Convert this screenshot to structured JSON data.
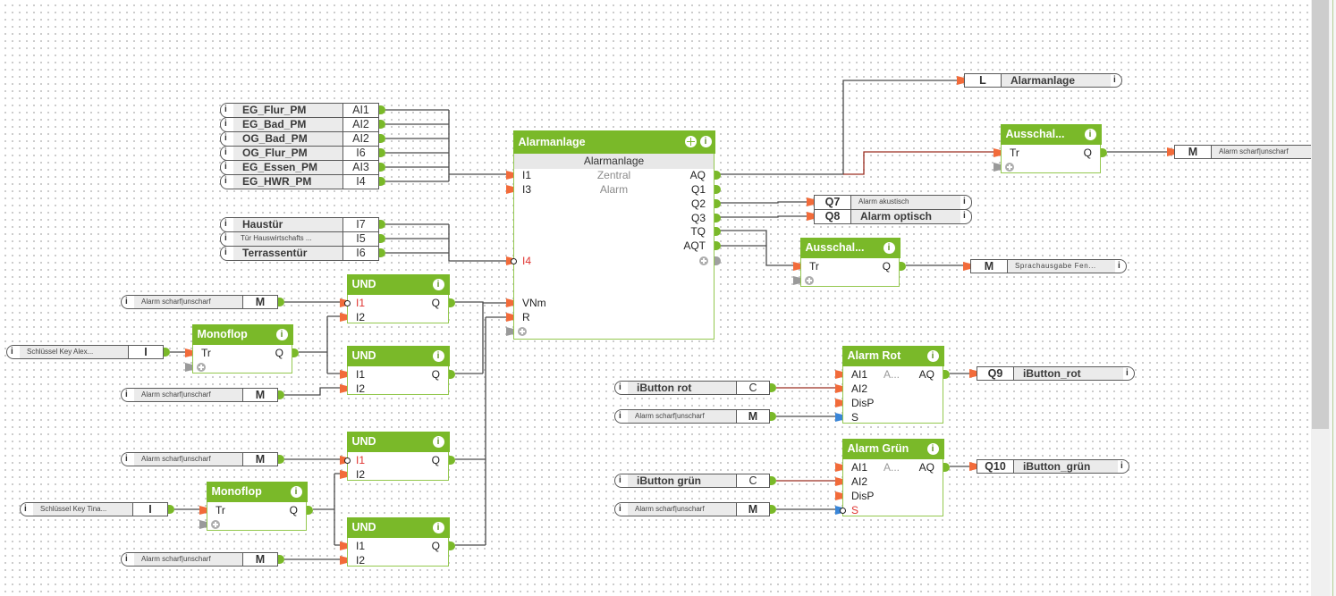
{
  "inputs": [
    {
      "name": "EG_Flur_PM",
      "address": "AI1"
    },
    {
      "name": "EG_Bad_PM",
      "address": "AI2"
    },
    {
      "name": "OG_Bad_PM",
      "address": "AI2"
    },
    {
      "name": "OG_Flur_PM",
      "address": "I6"
    },
    {
      "name": "EG_Essen_PM",
      "address": "AI3"
    },
    {
      "name": "EG_HWR_PM",
      "address": "I4"
    },
    {
      "name": "Haustür",
      "address": "I7"
    },
    {
      "name": "Tür Hauswirtschafts ...",
      "address": "I5"
    },
    {
      "name": "Terrassentür",
      "address": "I6"
    },
    {
      "name": "Alarm scharf|unscharf",
      "address": "M"
    },
    {
      "name": "Schlüssel Key Alex...",
      "address": "I"
    },
    {
      "name": "Alarm scharf|unscharf",
      "address": "M"
    },
    {
      "name": "Alarm scharf|unscharf",
      "address": "M"
    },
    {
      "name": "Schlüssel Key Tina...",
      "address": "I"
    },
    {
      "name": "Alarm scharf|unscharf",
      "address": "M"
    },
    {
      "name": "iButton rot",
      "address": "C"
    },
    {
      "name": "Alarm scharf|unscharf",
      "address": "M"
    },
    {
      "name": "iButton grün",
      "address": "C"
    },
    {
      "name": "Alarm scharf|unscharf",
      "address": "M"
    }
  ],
  "outputs": [
    {
      "address": "L",
      "name": "Alarmanlage"
    },
    {
      "address": "M",
      "name": "Alarm scharf|unscharf"
    },
    {
      "address": "Q7",
      "name": "Alarm akustisch"
    },
    {
      "address": "Q8",
      "name": "Alarm optisch"
    },
    {
      "address": "M",
      "name": "Sprachausgabe Fen..."
    },
    {
      "address": "Q9",
      "name": "iButton_rot"
    },
    {
      "address": "Q10",
      "name": "iButton_grün"
    }
  ],
  "blocks": {
    "alarmanlage": {
      "title": "Alarmanlage",
      "subtitle": "Alarmanlage",
      "params": [
        "Zentral",
        "Alarm"
      ],
      "inputs": [
        "I1",
        "I3",
        "I4",
        "VNm",
        "R"
      ],
      "outputs": [
        "AQ",
        "Q1",
        "Q2",
        "Q3",
        "TQ",
        "AQT"
      ]
    },
    "und_1": {
      "title": "UND",
      "inputs": [
        "I1",
        "I2"
      ],
      "output": "Q"
    },
    "und_2": {
      "title": "UND",
      "inputs": [
        "I1",
        "I2"
      ],
      "output": "Q"
    },
    "und_3": {
      "title": "UND",
      "inputs": [
        "I1",
        "I2"
      ],
      "output": "Q"
    },
    "und_4": {
      "title": "UND",
      "inputs": [
        "I1",
        "I2"
      ],
      "output": "Q"
    },
    "monoflop_1": {
      "title": "Monoflop",
      "inputs": [
        "Tr"
      ],
      "output": "Q"
    },
    "monoflop_2": {
      "title": "Monoflop",
      "inputs": [
        "Tr"
      ],
      "output": "Q"
    },
    "ausschalt_1": {
      "title": "Ausschal...",
      "inputs": [
        "Tr"
      ],
      "output": "Q"
    },
    "ausschalt_2": {
      "title": "Ausschal...",
      "inputs": [
        "Tr"
      ],
      "output": "Q"
    },
    "alarm_rot": {
      "title": "Alarm Rot",
      "param": "A...",
      "inputs": [
        "AI1",
        "AI2",
        "DisP",
        "S"
      ],
      "output": "AQ"
    },
    "alarm_gruen": {
      "title": "Alarm Grün",
      "param": "A...",
      "inputs": [
        "AI1",
        "AI2",
        "DisP",
        "S"
      ],
      "output": "AQ"
    }
  },
  "icons": [
    "info-icon",
    "plus-icon",
    "move-icon"
  ],
  "colors": {
    "block_header": "#7ab929",
    "input_pin": "#f26b3a",
    "output_pin": "#7ab929",
    "wire": "#4a4a4a",
    "analog_wire": "#9b2d20",
    "negated_label": "#e0322f",
    "set_pin": "#3a86d8"
  }
}
